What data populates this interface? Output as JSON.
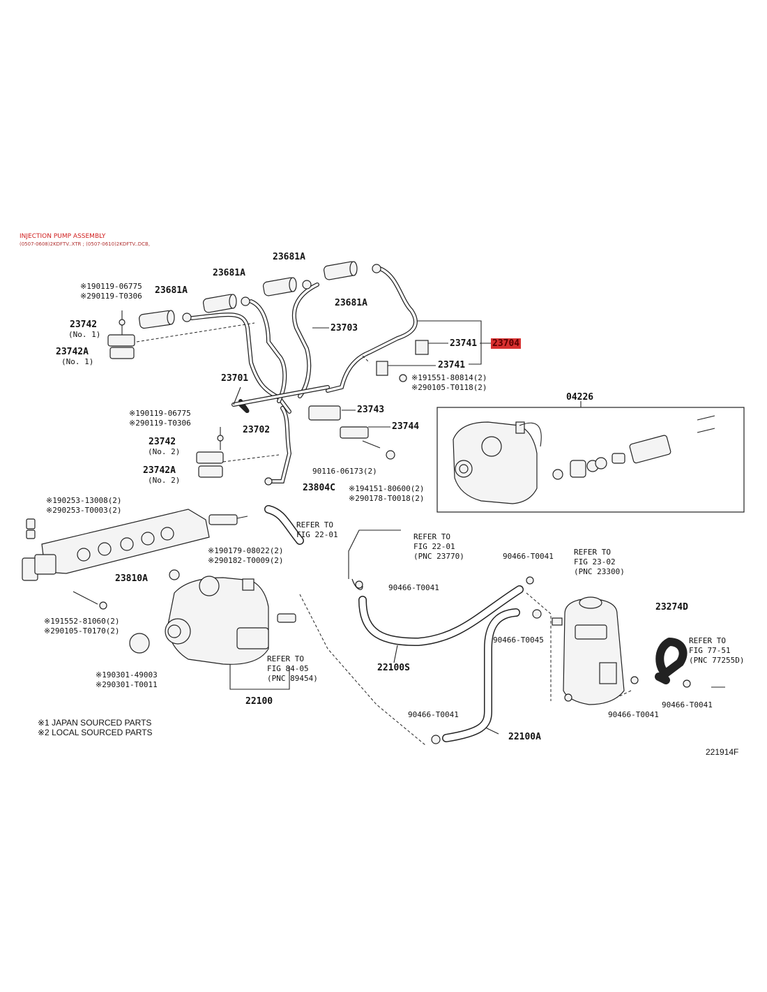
{
  "header": {
    "title": "INJECTION PUMP ASSEMBLY",
    "subtitle": "(0507-0608)2KDFTV..XTR ; (0507-0610)2KDFTV..DCB,"
  },
  "labels": {
    "p23681A_1": "23681A",
    "p23681A_2": "23681A",
    "p23681A_3": "23681A",
    "p23681A_4": "23681A",
    "ref_190119_06775_a": "※190119-06775",
    "ref_290119_T0306_a": "※290119-T0306",
    "p23742_no1": "23742",
    "no1_a": "(No. 1)",
    "p23742A_no1": "23742A",
    "no1_b": "(No. 1)",
    "p23703": "23703",
    "p23741_a": "23741",
    "p23704": "23704",
    "p23741_b": "23741",
    "ref_191551_80814": "※191551-80814(2)",
    "ref_290105_T0118": "※290105-T0118(2)",
    "p23701": "23701",
    "p23702": "23702",
    "p23743": "23743",
    "p23744": "23744",
    "p04226": "04226",
    "ref_190119_06775_b": "※190119-06775",
    "ref_290119_T0306_b": "※290119-T0306",
    "p23742_no2": "23742",
    "no2_a": "(No. 2)",
    "p23742A_no2": "23742A",
    "no2_b": "(No. 2)",
    "p90116_06173": "90116-06173(2)",
    "p23804C": "23804C",
    "ref_194151_80600": "※194151-80600(2)",
    "ref_290178_T0018": "※290178-T0018(2)",
    "ref_190253_13008": "※190253-13008(2)",
    "ref_290253_T0003": "※290253-T0003(2)",
    "refer_22_01_a": "REFER TO\nFIG 22-01",
    "refer_22_01_b": "REFER TO\nFIG 22-01\n(PNC 23770)",
    "p90466_T0041_a": "90466-T0041",
    "refer_23_02": "REFER TO\nFIG 23-02\n(PNC 23300)",
    "p23810A": "23810A",
    "ref_190179_08022": "※190179-08022(2)",
    "ref_290182_T0009": "※290182-T0009(2)",
    "p90466_T0041_b": "90466-T0041",
    "p23274D": "23274D",
    "ref_191552_81060": "※191552-81060(2)",
    "ref_290105_T0170": "※290105-T0170(2)",
    "p90466_T0045": "90466-T0045",
    "refer_77_51": "REFER TO\nFIG 77-51\n(PNC 77255D)",
    "refer_84_05": "REFER TO\nFIG 84-05\n(PNC 89454)",
    "p22100S": "22100S",
    "ref_190301_49003": "※190301-49003",
    "ref_290301_T0011": "※290301-T0011",
    "p90466_T0041_c": "90466-T0041",
    "p90466_T0041_d": "90466-T0041",
    "p22100": "22100",
    "p90466_T0041_e": "90466-T0041",
    "p22100A": "22100A"
  },
  "notes": {
    "note1": "※1 JAPAN SOURCED PARTS",
    "note2": "※2 LOCAL SOURCED PARTS"
  },
  "figure_id": "221914F",
  "colors": {
    "highlight": "#d83030",
    "header_text": "#d02020",
    "line": "#222222"
  }
}
